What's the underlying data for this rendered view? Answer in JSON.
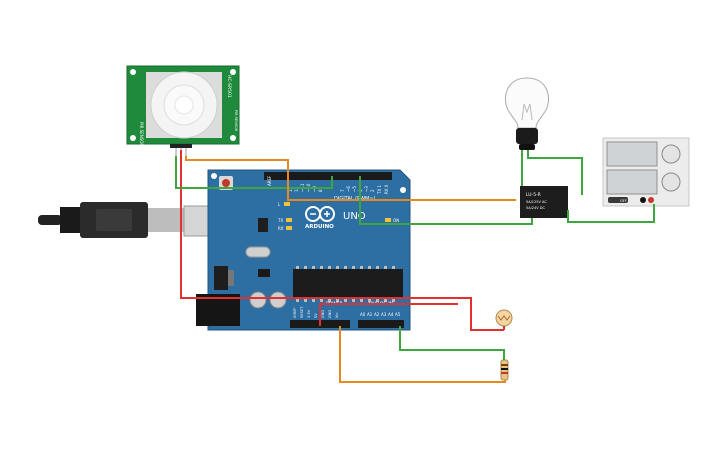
{
  "pir_sensor": {
    "label_side": "HC-SR501",
    "label_left": "PIR SENSOR",
    "label_right": "PIR SENSOR"
  },
  "arduino": {
    "brand": "ARDUINO",
    "model": "UNO",
    "digital_label": "DIGITAL (PWM~)",
    "aref_label": "AREF",
    "power_label": "POWER",
    "analog_label": "ANALOG IN",
    "on_label": "ON",
    "tx_label": "TX",
    "rx_label": "RX",
    "l_label": "L",
    "digital_pins": [
      "13",
      "12",
      "~11",
      "~10",
      "~9",
      "8",
      "7",
      "~6",
      "~5",
      "4",
      "~3",
      "2",
      "TX 1",
      "RX 0"
    ],
    "power_pins": [
      "IOREF",
      "RESET",
      "3.3V",
      "5V",
      "GND",
      "GND",
      "Vin"
    ],
    "analog_pins": [
      "A0",
      "A1",
      "A2",
      "A3",
      "A4",
      "A5"
    ]
  },
  "relay": {
    "label": "LU-5-R",
    "line2": "5A/125V AC",
    "line3": "5A/24V DC"
  },
  "power_supply": {
    "off_label": "OFF"
  },
  "colors": {
    "board": "#2d6fa3",
    "pir_board": "#1f8a3c",
    "wire_red": "#e03030",
    "wire_green": "#3fa63f",
    "wire_orange": "#e58a1f"
  }
}
